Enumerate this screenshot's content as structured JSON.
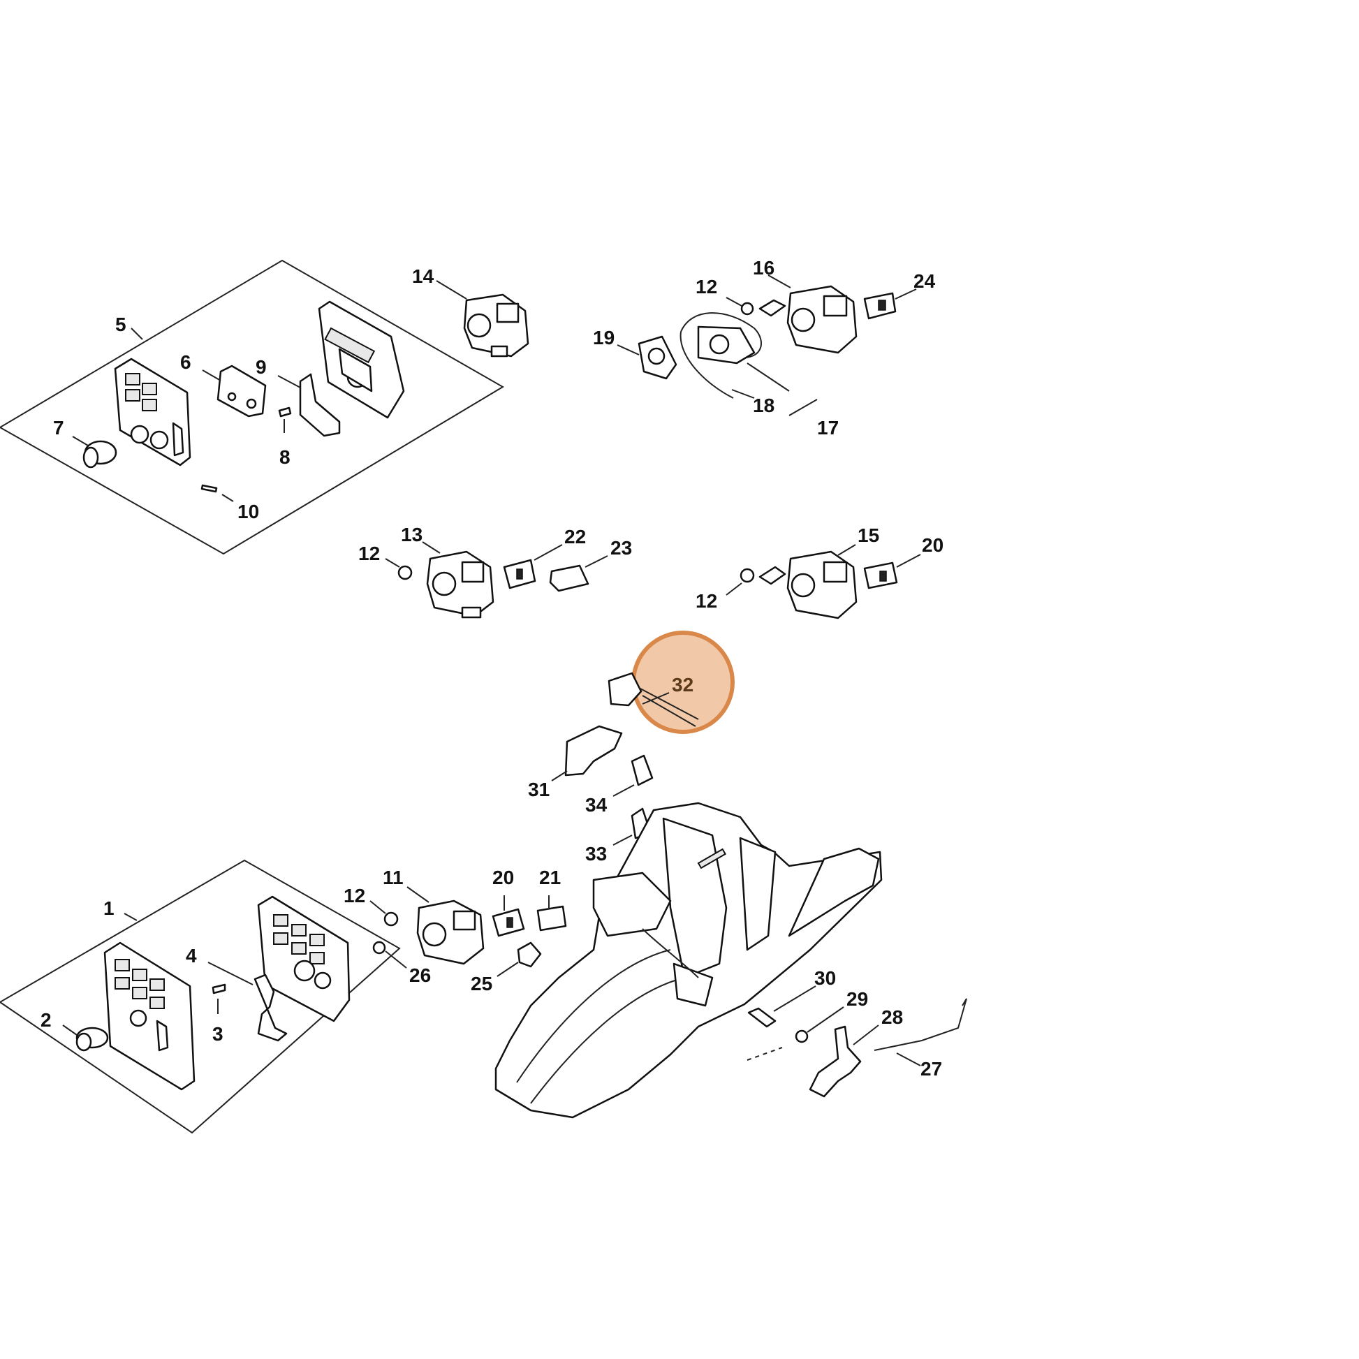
{
  "colors": {
    "background": "#ffffff",
    "line": "#111111",
    "highlight_fill": "#f2c9a8",
    "highlight_stroke": "#d9884a"
  },
  "highlighted_callout": "32",
  "callouts": {
    "c1": "1",
    "c2": "2",
    "c3": "3",
    "c4": "4",
    "c5": "5",
    "c6": "6",
    "c7": "7",
    "c8": "8",
    "c9": "9",
    "c10": "10",
    "c11": "11",
    "c12a": "12",
    "c12b": "12",
    "c12c": "12",
    "c12d": "12",
    "c13": "13",
    "c14": "14",
    "c15": "15",
    "c16": "16",
    "c17": "17",
    "c18": "18",
    "c19": "19",
    "c20a": "20",
    "c20b": "20",
    "c21": "21",
    "c22": "22",
    "c23": "23",
    "c24": "24",
    "c25": "25",
    "c26": "26",
    "c27": "27",
    "c28": "28",
    "c29": "29",
    "c30": "30",
    "c31": "31",
    "c32": "32",
    "c33": "33",
    "c34": "34"
  }
}
